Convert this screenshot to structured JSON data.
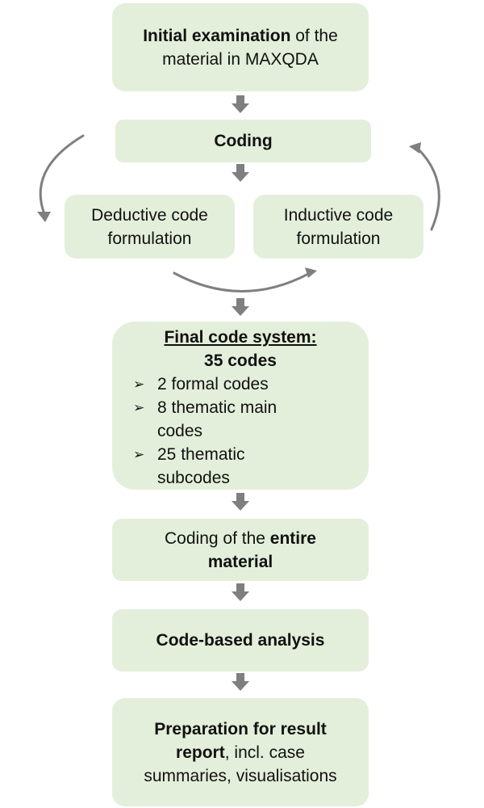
{
  "boxes": {
    "initial": {
      "bold": "Initial examination",
      "rest": " of the material in MAXQDA"
    },
    "coding": {
      "label": "Coding"
    },
    "deductive": {
      "label": "Deductive code formulation"
    },
    "inductive": {
      "label": "Inductive code formulation"
    },
    "final": {
      "title": "Final code system:",
      "count": "35 codes",
      "items": [
        "2 formal codes",
        "8 thematic main codes",
        "25 thematic subcodes"
      ]
    },
    "entire": {
      "prefix": "Coding of the ",
      "bold": "entire material"
    },
    "analysis": {
      "label": "Code-based analysis"
    },
    "report": {
      "bold": "Preparation for result report",
      "rest": ", incl. case summaries, visualisations"
    }
  },
  "colors": {
    "box_fill": "#e3efda",
    "arrow": "#7f7f7f",
    "text": "#111111"
  },
  "icons": {
    "flow_arrow": "down-arrow",
    "bullet": "arrowhead-bullet",
    "cycle": "curved-arrow"
  }
}
